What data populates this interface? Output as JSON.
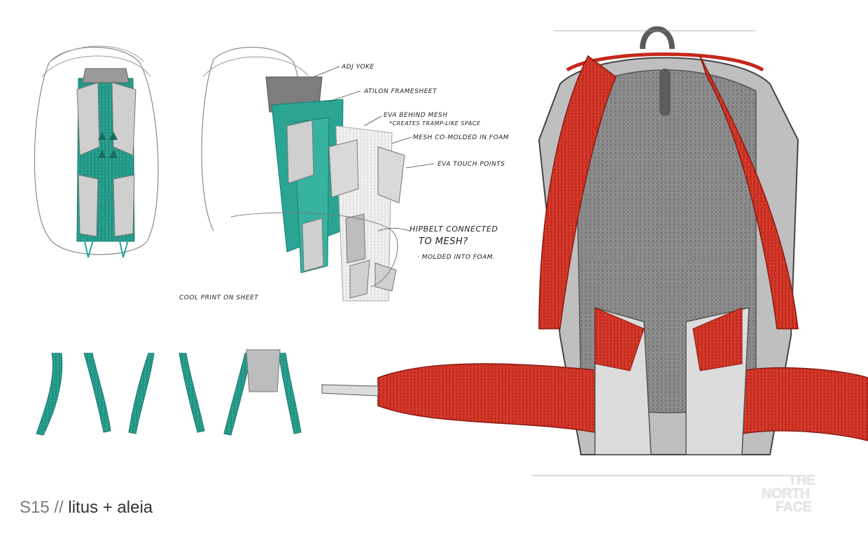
{
  "annotations": {
    "adj_yoke": "ADJ YOKE",
    "atilon_framesheet": "ATILON FRAMESHEET",
    "eva_behind_mesh": "EVA BEHIND MESH",
    "creates_space": "*CREATES TRAMP-LIKE SPACE",
    "mesh_comolded": "MESH CO-MOLDED IN FOAM",
    "eva_touch_points": "EVA TOUCH POINTS",
    "hipbelt_connected_1": "HIPBELT CONNECTED",
    "hipbelt_connected_2": "TO MESH?",
    "molded_into_foam": "· MOLDED INTO FOAM.",
    "cool_print": "COOL PRINT ON SHEET"
  },
  "caption": {
    "code": "S15",
    "separator": "//",
    "title": "litus + aleia"
  },
  "brand": {
    "line1": "THE",
    "line2": "NORTH",
    "line3": "FACE"
  },
  "colors": {
    "teal": "#2aa593",
    "red": "#c5281c",
    "grey_panel": "#8d8d8d",
    "light_grey": "#d3d3d3"
  }
}
